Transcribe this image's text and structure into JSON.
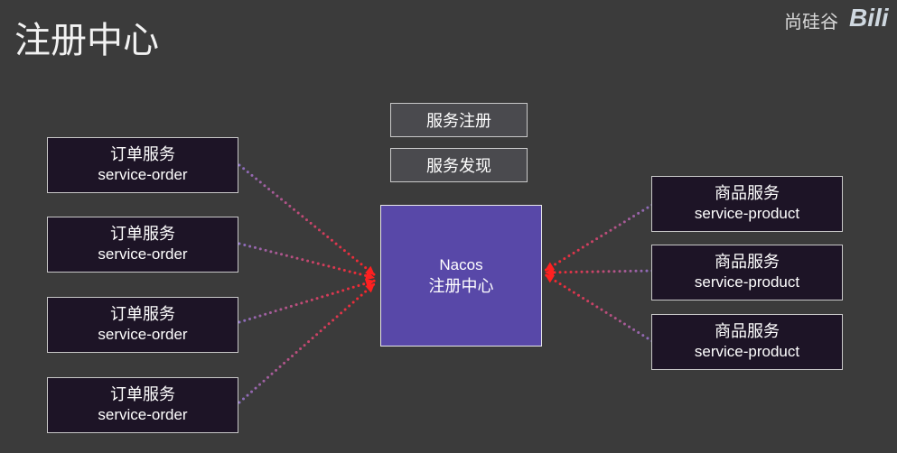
{
  "title": "注册中心",
  "watermark": {
    "brand": "尚硅谷",
    "logo": "Bili"
  },
  "buttons": {
    "register": "服务注册",
    "discover": "服务发现"
  },
  "nacos": {
    "name": "Nacos",
    "label": "注册中心"
  },
  "order_services": [
    {
      "cn": "订单服务",
      "en": "service-order"
    },
    {
      "cn": "订单服务",
      "en": "service-order"
    },
    {
      "cn": "订单服务",
      "en": "service-order"
    },
    {
      "cn": "订单服务",
      "en": "service-order"
    }
  ],
  "product_services": [
    {
      "cn": "商品服务",
      "en": "service-product"
    },
    {
      "cn": "商品服务",
      "en": "service-product"
    },
    {
      "cn": "商品服务",
      "en": "service-product"
    }
  ],
  "colors": {
    "line_start": "#8a6fc0",
    "line_end": "#ff2020",
    "nacos": "#5848a8"
  }
}
